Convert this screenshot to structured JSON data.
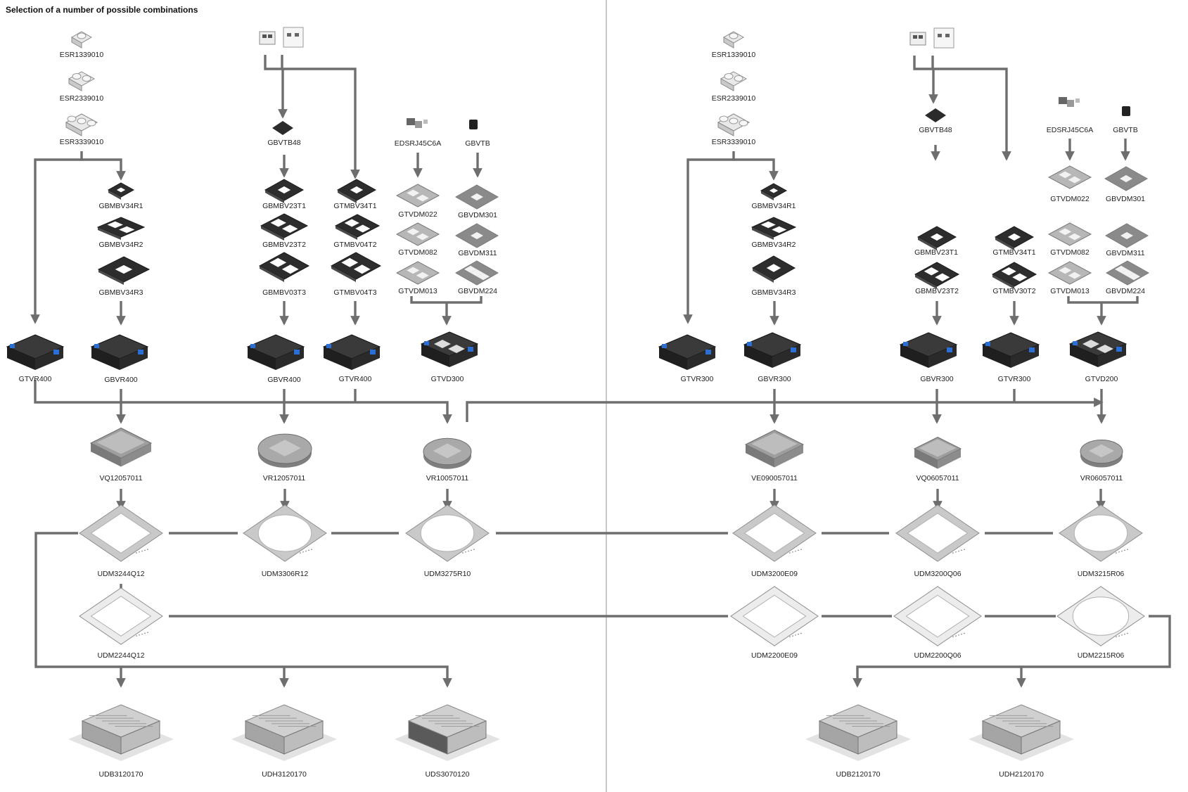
{
  "title": "Selection of a number of possible combinations",
  "products": {
    "left_esr1": "ESR1339010",
    "left_esr2": "ESR2339010",
    "left_esr3": "ESR3339010",
    "left_gbmbv34r1": "GBMBV34R1",
    "left_gbmbv34r2": "GBMBV34R2",
    "left_gbmbv34r3": "GBMBV34R3",
    "left_gbvtb48": "GBVTB48",
    "left_gbmbv23t1": "GBMBV23T1",
    "left_gbmbv23t2": "GBMBV23T2",
    "left_gbmbv03t3": "GBMBV03T3",
    "left_gtmbv34t1": "GTMBV34T1",
    "left_gtmbv04t2": "GTMBV04T2",
    "left_gtmbv04t3": "GTMBV04T3",
    "left_edsrj45c6a": "EDSRJ45C6A",
    "left_gbvtb": "GBVTB",
    "left_gtvdm022": "GTVDM022",
    "left_gtvdm082": "GTVDM082",
    "left_gtvdm013": "GTVDM013",
    "left_gbvdm301": "GBVDM301",
    "left_gbvdm311": "GBVDM311",
    "left_gbvdm224": "GBVDM224",
    "left_gtvr400a": "GTVR400",
    "left_gbvr400a": "GBVR400",
    "left_gbvr400b": "GBVR400",
    "left_gtvr400b": "GTVR400",
    "left_gtvd300": "GTVD300",
    "left_vq12057011": "VQ12057011",
    "left_vr12057011": "VR12057011",
    "left_vr10057011": "VR10057011",
    "left_udm3244q12": "UDM3244Q12",
    "left_udm3306r12": "UDM3306R12",
    "left_udm3275r10": "UDM3275R10",
    "left_udm2244q12": "UDM2244Q12",
    "left_udb3120170": "UDB3120170",
    "left_udh3120170": "UDH3120170",
    "left_uds3070120": "UDS3070120",
    "right_esr1": "ESR1339010",
    "right_esr2": "ESR2339010",
    "right_esr3": "ESR3339010",
    "right_gbmbv34r1": "GBMBV34R1",
    "right_gbmbv34r2": "GBMBV34R2",
    "right_gbmbv34r3": "GBMBV34R3",
    "right_gbvtb48": "GBVTB48",
    "right_edsrj45c6a": "EDSRJ45C6A",
    "right_gbvtb": "GBVTB",
    "right_gtvdm022": "GTVDM022",
    "right_gbvdm301": "GBVDM301",
    "right_gbmbv23t1": "GBMBV23T1",
    "right_gbmbv23t2": "GBMBV23T2",
    "right_gtmbv34t1": "GTMBV34T1",
    "right_gtmbv30t2": "GTMBV30T2",
    "right_gtvdm082": "GTVDM082",
    "right_gtvdm013": "GTVDM013",
    "right_gbvdm311": "GBVDM311",
    "right_gbvdm224": "GBVDM224",
    "right_gtvr300a": "GTVR300",
    "right_gbvr300a": "GBVR300",
    "right_gbvr300b": "GBVR300",
    "right_gtvr300b": "GTVR300",
    "right_gtvd200": "GTVD200",
    "right_ve090057011": "VE090057011",
    "right_vq06057011": "VQ06057011",
    "right_vr06057011": "VR06057011",
    "right_udm3200e09": "UDM3200E09",
    "right_udm3200q06": "UDM3200Q06",
    "right_udm3215r06": "UDM3215R06",
    "right_udm2200e09": "UDM2200E09",
    "right_udm2200q06": "UDM2200Q06",
    "right_udm2215r06": "UDM2215R06",
    "right_udb2120170": "UDB2120170",
    "right_udh2120170": "UDH2120170"
  }
}
